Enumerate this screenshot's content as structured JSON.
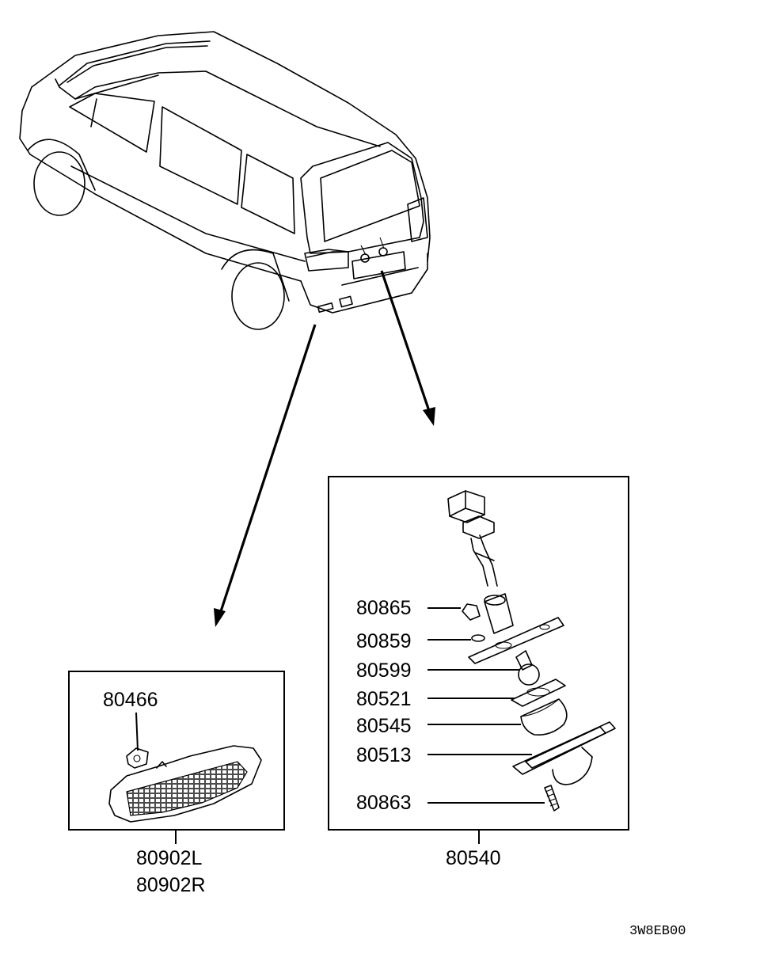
{
  "diagram_code": "3W8EB00",
  "assemblies": [
    {
      "id": "side-marker",
      "part_numbers": [
        "80902L",
        "80902R"
      ],
      "callouts": [
        "80466"
      ]
    },
    {
      "id": "license-plate-lamp",
      "part_numbers": [
        "80540"
      ],
      "callouts": [
        "80865",
        "80859",
        "80599",
        "80521",
        "80545",
        "80513",
        "80863"
      ]
    }
  ]
}
